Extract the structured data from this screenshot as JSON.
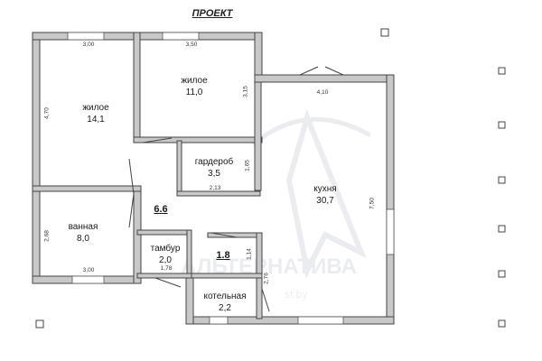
{
  "title": "ПРОЕКТ",
  "watermark": {
    "brand": "АЛЬТЕРНАТИВА",
    "site": "st.by"
  },
  "rooms": [
    {
      "id": "bedroom1",
      "name": "жилое",
      "area": "14,1"
    },
    {
      "id": "bedroom2",
      "name": "жилое",
      "area": "11,0"
    },
    {
      "id": "wardrobe",
      "name": "гардероб",
      "area": "3,5"
    },
    {
      "id": "kitchen",
      "name": "кухня",
      "area": "30,7"
    },
    {
      "id": "bathroom",
      "name": "ванная",
      "area": "8,0"
    },
    {
      "id": "hall",
      "name": "",
      "area": "6.6"
    },
    {
      "id": "vestibule",
      "name": "тамбур",
      "area": "2,0"
    },
    {
      "id": "small",
      "name": "",
      "area": "1.8"
    },
    {
      "id": "boiler",
      "name": "котельная",
      "area": "2,2"
    }
  ],
  "dimensions": {
    "bedroom1_width": "3,00",
    "bedroom2_width": "3,50",
    "bedroom1_height": "4,70",
    "bedroom2_height": "3,15",
    "kitchen_width": "4,10",
    "kitchen_height": "7,50",
    "wardrobe_width": "2,13",
    "wardrobe_height": "1,65",
    "bathroom_height": "2,68",
    "bathroom_width": "3,00",
    "vestibule_width": "1,78",
    "small_height": "1,14",
    "boiler_height": "2,76"
  },
  "colors": {
    "wall": "#c8c8c8",
    "wall_stroke": "#444444",
    "watermark": "#d9dee5"
  }
}
